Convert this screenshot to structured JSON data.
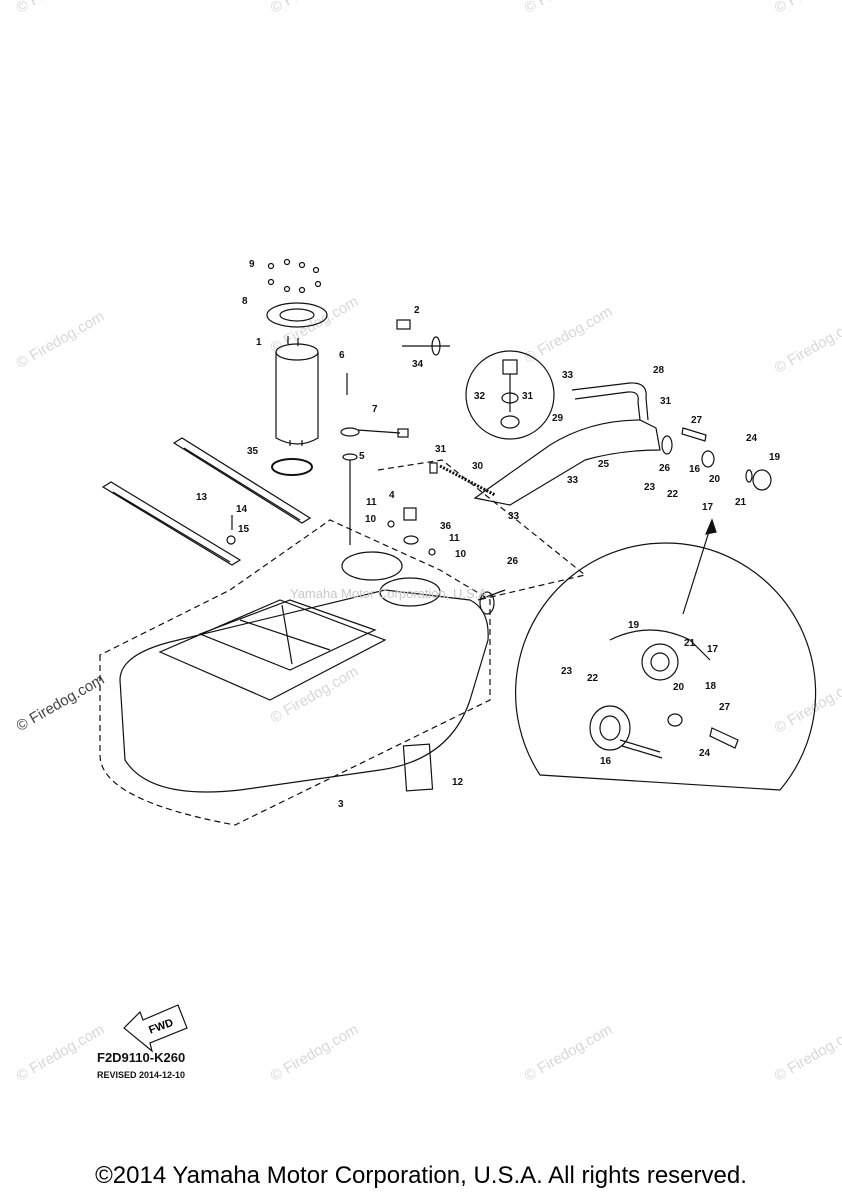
{
  "watermark": {
    "text": "© Firedog.com"
  },
  "callouts": [
    "1",
    "2",
    "3",
    "4",
    "5",
    "6",
    "7",
    "8",
    "9",
    "10",
    "10",
    "11",
    "11",
    "12",
    "13",
    "14",
    "15",
    "16",
    "16",
    "17",
    "17",
    "18",
    "19",
    "19",
    "20",
    "20",
    "21",
    "21",
    "22",
    "22",
    "23",
    "23",
    "24",
    "24",
    "25",
    "26",
    "26",
    "27",
    "27",
    "28",
    "29",
    "30",
    "31",
    "31",
    "31",
    "32",
    "33",
    "33",
    "33",
    "34",
    "35",
    "36"
  ],
  "fwd_label": "FWD",
  "drawing_code": "F2D9110-K260",
  "revised": "REVISED 2014-12-10",
  "copyright": "©2014 Yamaha Motor Corporation, U.S.A. All rights reserved.",
  "inner_copyright": "Yamaha Motor Corporation, U.S.A."
}
